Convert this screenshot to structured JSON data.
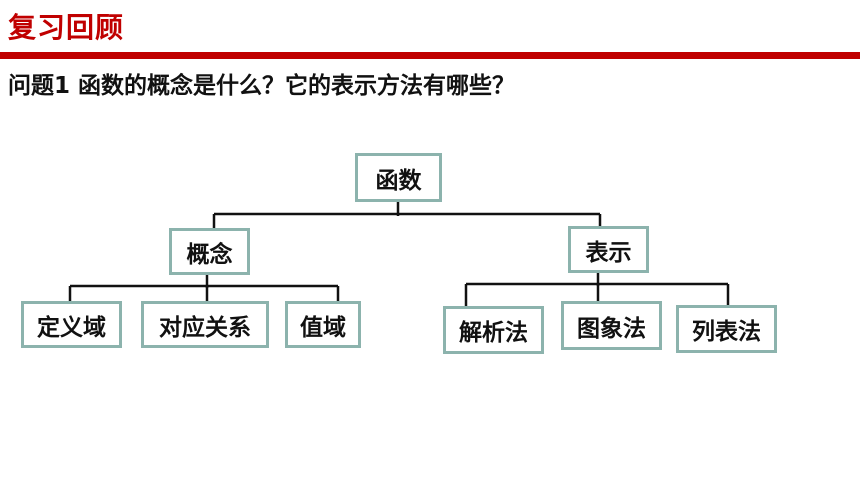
{
  "header": {
    "title": "复习回顾"
  },
  "question": "问题1 函数的概念是什么？它的表示方法有哪些？",
  "diagram": {
    "root": "函数",
    "concept": {
      "label": "概念",
      "children": [
        "定义域",
        "对应关系",
        "值域"
      ]
    },
    "representation": {
      "label": "表示",
      "children": [
        "解析法",
        "图象法",
        "列表法"
      ]
    }
  },
  "colors": {
    "accent": "#c00000",
    "box_border": "#8cb3ad",
    "line": "#111111"
  }
}
